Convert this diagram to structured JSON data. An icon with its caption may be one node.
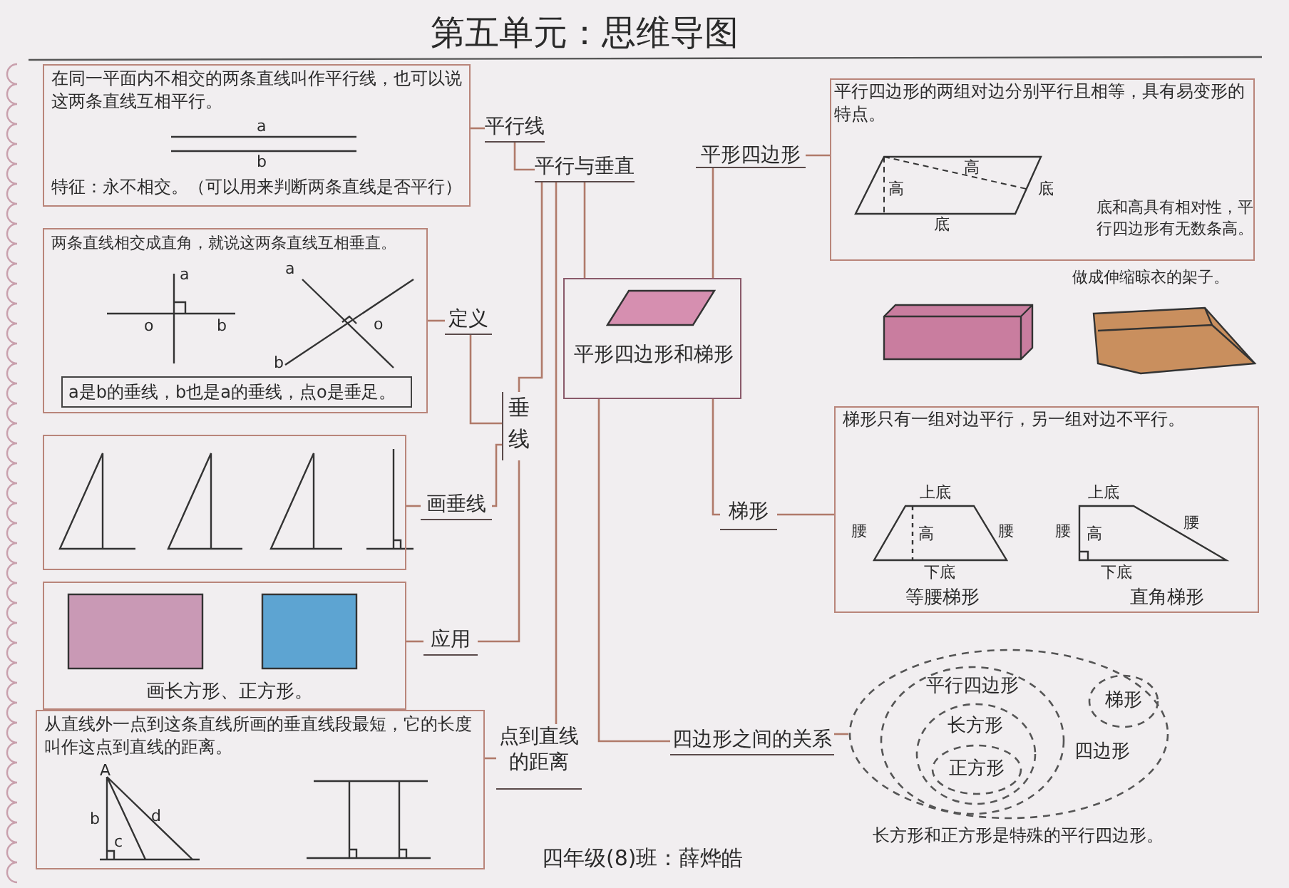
{
  "diagram": {
    "title": "第五单元：思维导图",
    "nodes": [
      {
        "text": [
          "平形四边形和梯形"
        ]
      },
      {
        "text": [
          "平行与垂直"
        ]
      },
      {
        "text": [
          "平行线"
        ]
      },
      {
        "text": [
          "在同一平面内不相交的两条直线叫作平行线，也可以说这两条直线互相平行。",
          "特征：永不相交。（可以用来判断两条直线是否平行）"
        ]
      },
      {
        "text": [
          "垂线"
        ]
      },
      {
        "text": [
          "定义"
        ]
      },
      {
        "text": [
          "两条直线相交成直角，就说这两条直线互相垂直。",
          "a是b的垂线，b也是a的垂线，点o是垂足。"
        ]
      },
      {
        "text": [
          "画垂线"
        ]
      },
      {
        "text": [],
        "shape": "picture"
      },
      {
        "text": [
          "应用"
        ]
      },
      {
        "text": [
          "画长方形、正方形。"
        ]
      },
      {
        "text": [
          "点到直线的距离"
        ]
      },
      {
        "text": [
          "从直线外一点到这条直线所画的垂直线段最短，它的长度叫作这点到直线的距离。"
        ]
      },
      {
        "text": [
          "平形四边形"
        ]
      },
      {
        "text": [
          "平行四边形的两组对边分别平行且相等，具有易变形的特点。",
          "底和高具有相对性，平行四边形有无数条高。"
        ],
        "beside": [
          "做成伸缩晾衣的架子。"
        ]
      },
      {
        "text": [
          "梯形"
        ]
      },
      {
        "text": [
          "梯形只有一组对边平行，另一组对边不平行。",
          "等腰梯形",
          "直角梯形"
        ]
      },
      {
        "text": [
          "四边形之间的关系"
        ]
      },
      {
        "text": [
          "四边形"
        ]
      },
      {
        "text": [
          "平行四边形"
        ],
        "in": 18
      },
      {
        "text": [
          "长方形"
        ],
        "in": 19
      },
      {
        "text": [
          "正方形"
        ],
        "in": 20
      },
      {
        "text": [
          "梯形"
        ],
        "in": 18
      }
    ],
    "edges": [
      {
        "from": 0,
        "to": 1,
        "arrow": "none"
      },
      {
        "from": 1,
        "to": 2,
        "arrow": "none"
      },
      {
        "from": 2,
        "to": 3,
        "arrow": "none"
      },
      {
        "from": 1,
        "to": 4,
        "arrow": "none"
      },
      {
        "from": 4,
        "to": 5,
        "arrow": "none"
      },
      {
        "from": 5,
        "to": 6,
        "arrow": "none"
      },
      {
        "from": 4,
        "to": 7,
        "arrow": "none"
      },
      {
        "from": 7,
        "to": 8,
        "arrow": "none"
      },
      {
        "from": 4,
        "to": 9,
        "arrow": "none"
      },
      {
        "from": 9,
        "to": 10,
        "arrow": "none"
      },
      {
        "from": 1,
        "to": 11,
        "arrow": "none"
      },
      {
        "from": 11,
        "to": 12,
        "arrow": "none"
      },
      {
        "from": 0,
        "to": 13,
        "arrow": "none"
      },
      {
        "from": 13,
        "to": 14,
        "arrow": "none"
      },
      {
        "from": 0,
        "to": 15,
        "arrow": "none"
      },
      {
        "from": 15,
        "to": 16,
        "arrow": "none"
      },
      {
        "from": 0,
        "to": 17,
        "arrow": "none"
      },
      {
        "from": 17,
        "to": 18,
        "arrow": "none"
      }
    ],
    "labels": [
      "a",
      "b",
      "a",
      "o",
      "b",
      "a",
      "o",
      "b",
      "A",
      "b",
      "c",
      "d",
      "高",
      "高",
      "底",
      "底",
      "上底",
      "腰",
      "腰",
      "高",
      "下底",
      "上底",
      "腰",
      "腰",
      "高",
      "下底",
      "长方形和正方形是特殊的平行四边形。",
      "四年级(8)班：薛烨皓"
    ]
  }
}
